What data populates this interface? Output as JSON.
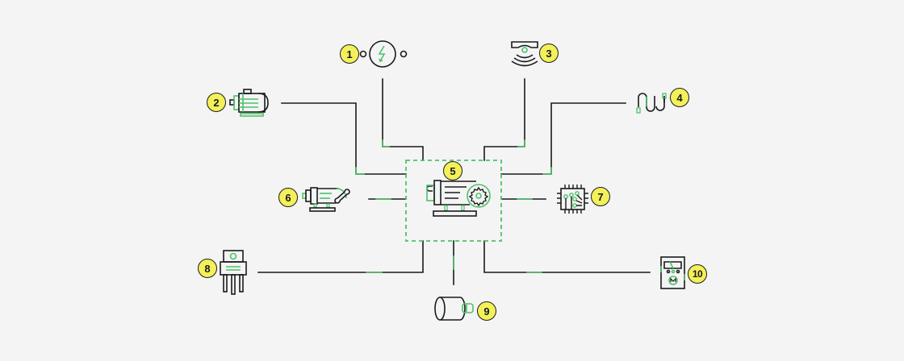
{
  "diagram": {
    "type": "hub-and-spoke component diagram",
    "colors": {
      "background": "#f4f4f4",
      "line": "#1a1a1a",
      "accent": "#4cc26a",
      "badge_fill": "#f3f05a"
    },
    "hub": {
      "id": 5,
      "label": "5",
      "icon": "motor-with-gear-icon",
      "border": "dashed-green"
    },
    "nodes": [
      {
        "id": 1,
        "label": "1",
        "icon": "power-source-lightning-icon"
      },
      {
        "id": 2,
        "label": "2",
        "icon": "electric-motor-icon"
      },
      {
        "id": 3,
        "label": "3",
        "icon": "wireless-sensor-icon"
      },
      {
        "id": 4,
        "label": "4",
        "icon": "cable-wire-icon"
      },
      {
        "id": 6,
        "label": "6",
        "icon": "motor-maintenance-wrench-icon"
      },
      {
        "id": 7,
        "label": "7",
        "icon": "microchip-circuit-icon"
      },
      {
        "id": 8,
        "label": "8",
        "icon": "transistor-regulator-icon"
      },
      {
        "id": 9,
        "label": "9",
        "icon": "cylinder-shaft-icon"
      },
      {
        "id": 10,
        "label": "10",
        "icon": "multimeter-gauge-icon"
      }
    ]
  }
}
